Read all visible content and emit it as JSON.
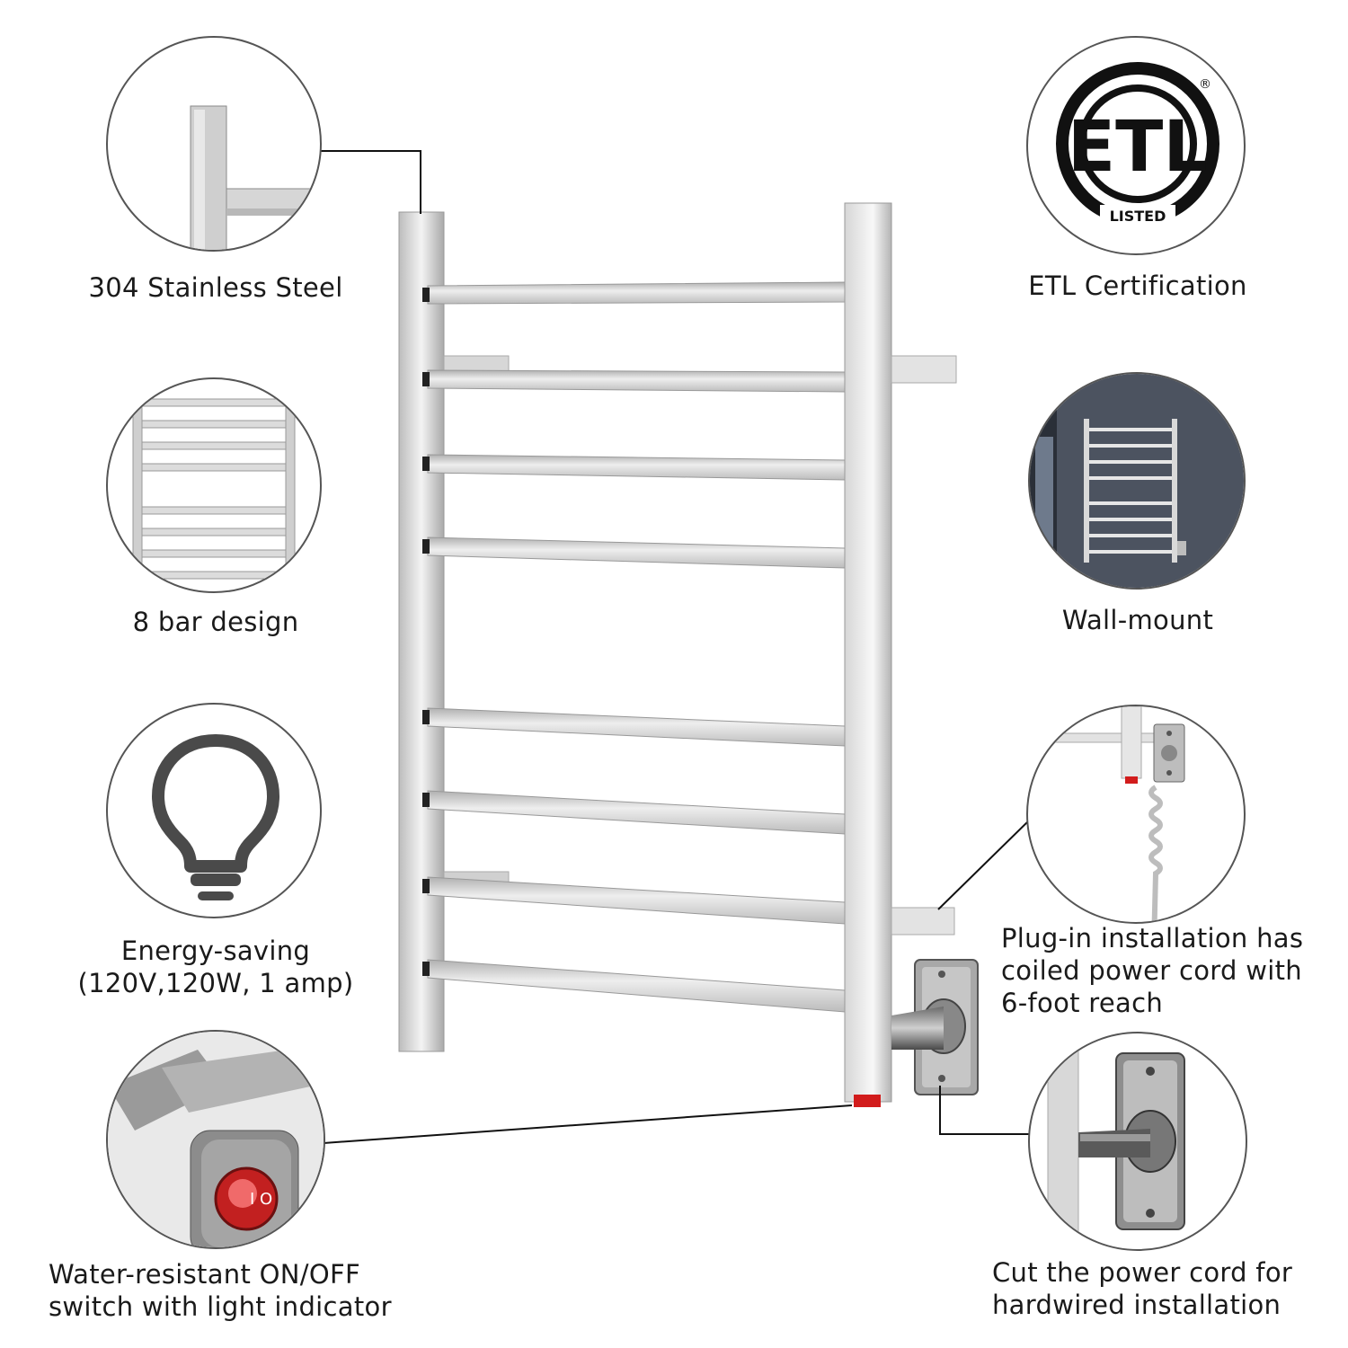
{
  "features": {
    "steel": {
      "label": "304 Stainless Steel",
      "icon": "steel-corner-icon"
    },
    "etl": {
      "label": "ETL Certification",
      "icon": "etl-logo-icon",
      "logo_text": "ETL",
      "logo_sub": "LISTED",
      "logo_mark": "®"
    },
    "bars": {
      "label": "8 bar design",
      "icon": "bar-rack-icon"
    },
    "wall": {
      "label": "Wall-mount",
      "icon": "wall-mounted-rack-icon"
    },
    "energy": {
      "line1": "Energy-saving",
      "line2": "(120V,120W, 1 amp)",
      "icon": "lightbulb-icon"
    },
    "plugin": {
      "line1": "Plug-in installation has",
      "line2": "coiled power cord with",
      "line3": "6-foot reach",
      "icon": "coiled-cord-icon"
    },
    "switch": {
      "line1": "Water-resistant ON/OFF",
      "line2": "switch with light indicator",
      "icon": "power-switch-icon"
    },
    "hardwire": {
      "line1": "Cut the power cord for",
      "line2": "hardwired installation",
      "icon": "wall-plate-icon"
    }
  },
  "product": {
    "name": "towel-warmer-rack",
    "bar_count": 8
  },
  "colors": {
    "steel": "#c9c9c9",
    "steel_light": "#ececec",
    "outline": "#555555",
    "indicator": "#d21c1c",
    "bulb": "#4a4a4a"
  }
}
